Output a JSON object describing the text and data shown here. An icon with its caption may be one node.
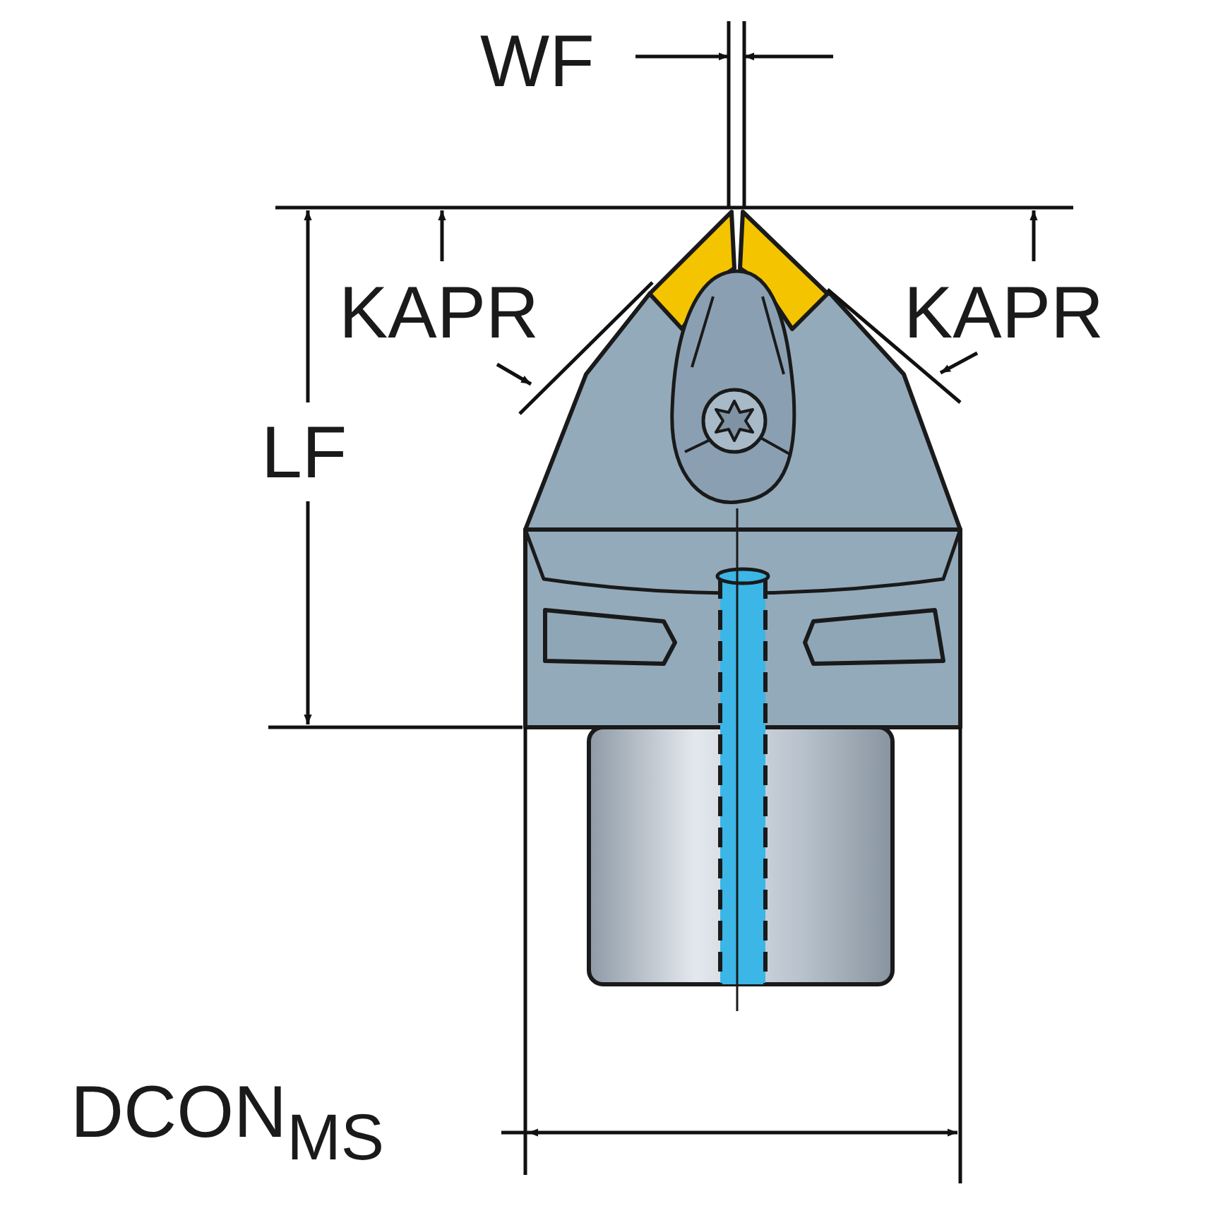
{
  "diagram": {
    "labels": [
      "WF",
      "KAPR",
      "KAPR",
      "LF",
      "DCON$_{MS}$"
    ]
  }
}
